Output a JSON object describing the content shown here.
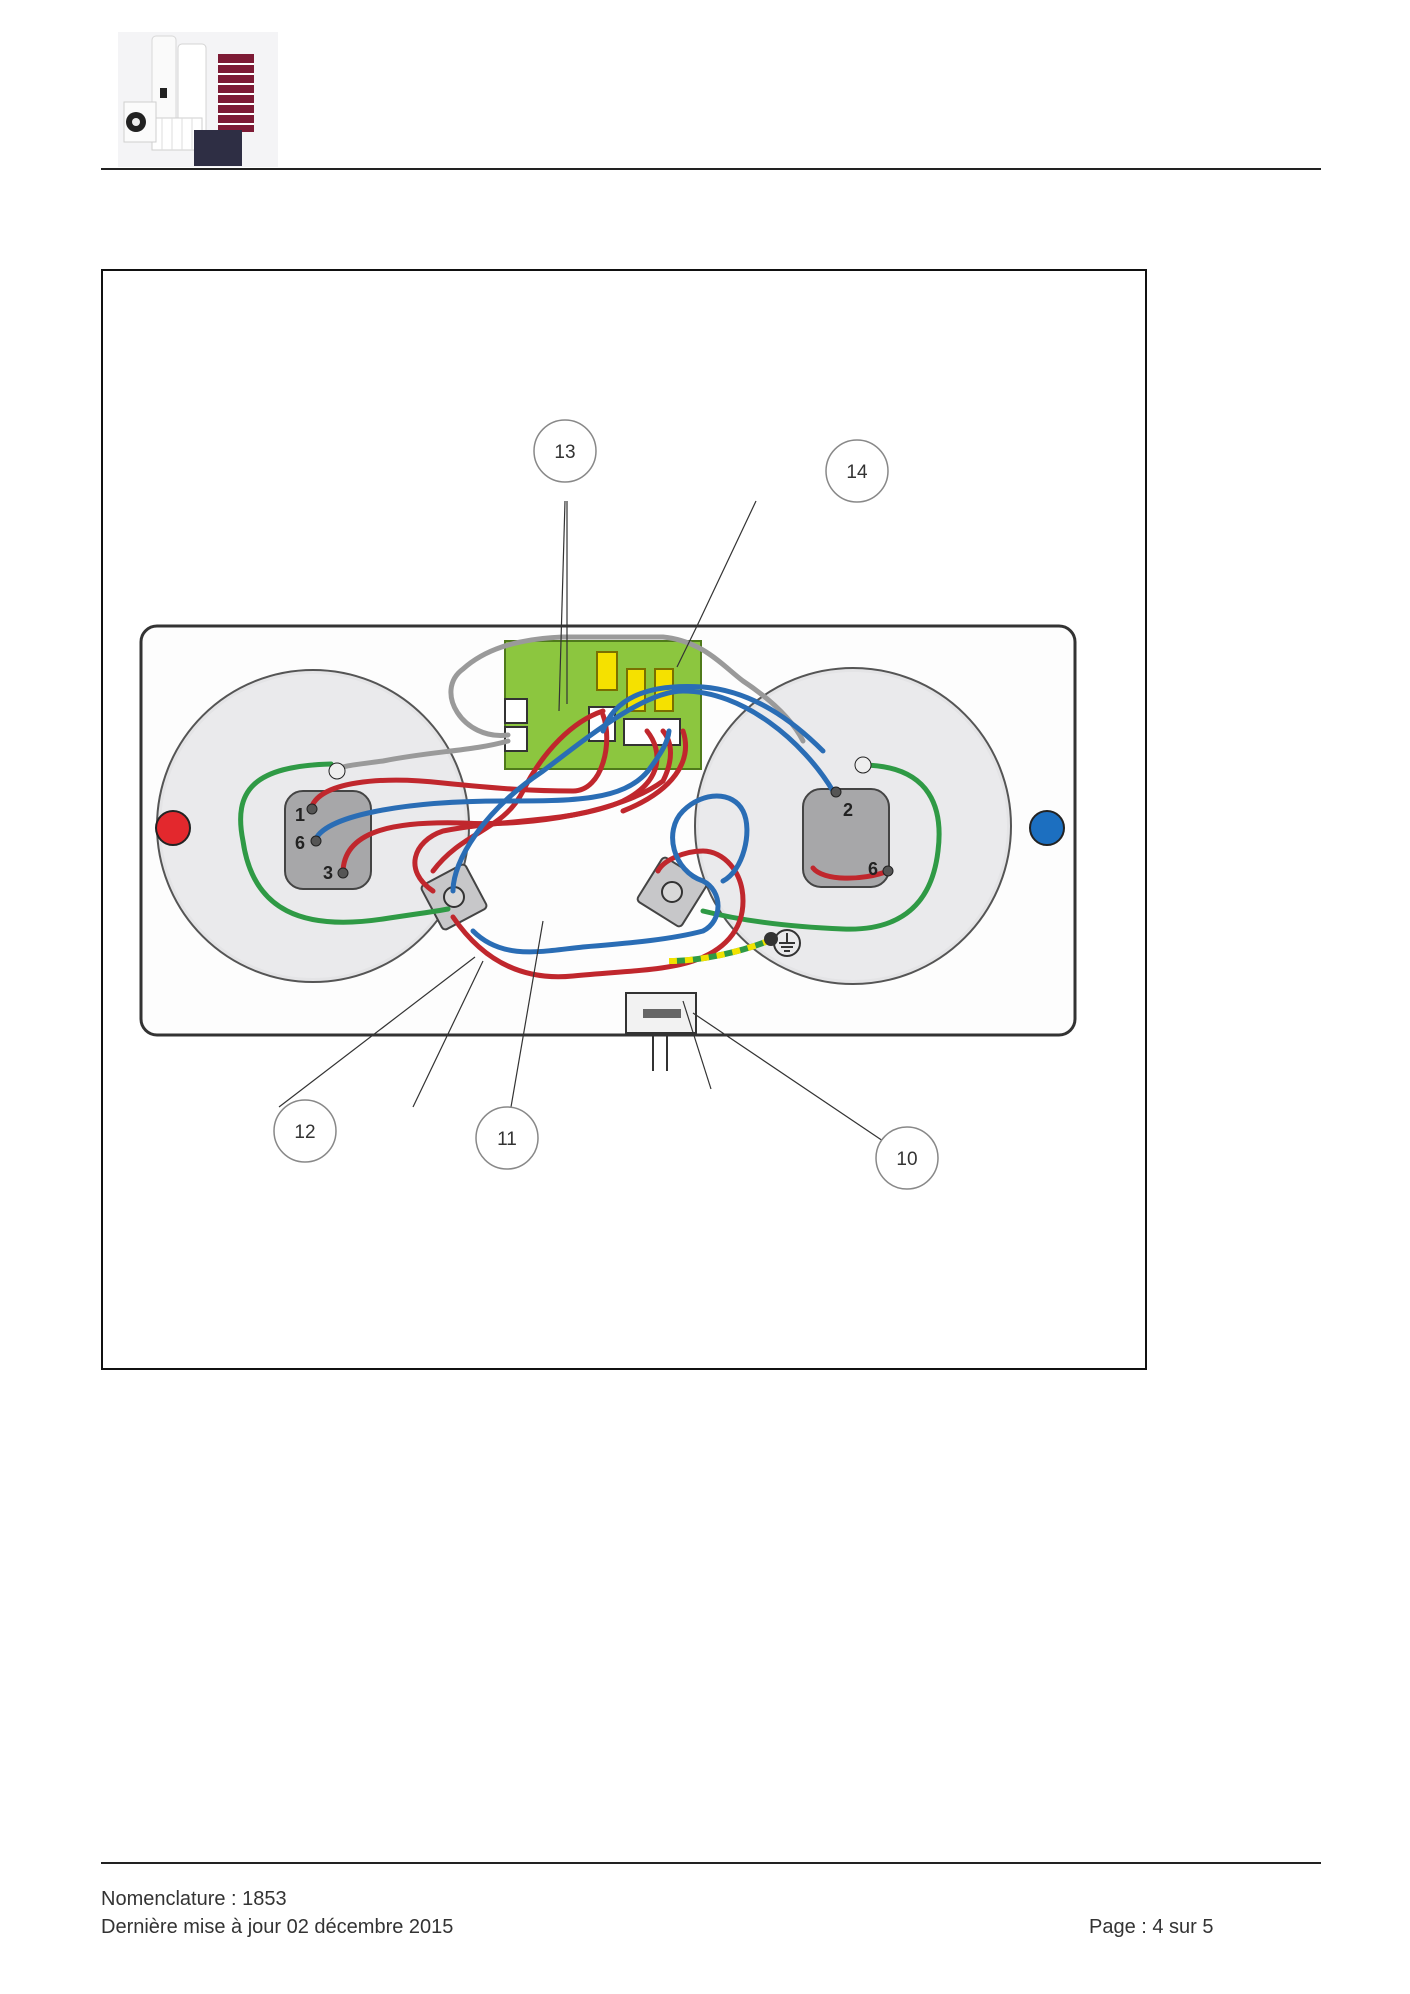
{
  "diagram": {
    "callouts": [
      "10",
      "11",
      "12",
      "13",
      "14"
    ],
    "terminal_labels": {
      "left": [
        "1",
        "6",
        "3"
      ],
      "right": [
        "2",
        "6"
      ]
    },
    "colors": {
      "wire_red": "#c0272d",
      "wire_blue": "#2a6db5",
      "wire_green": "#2f9a45",
      "wire_grey": "#9a9a9a",
      "board": "#8cc63f",
      "relay": "#f5e100",
      "indicator_hot": "#e3282d",
      "indicator_cold": "#1c6fc0"
    }
  },
  "footer": {
    "nomenclature": "Nomenclature : 1853",
    "updated": "Dernière mise à jour 02 décembre 2015",
    "page": "Page : 4 sur 5"
  }
}
